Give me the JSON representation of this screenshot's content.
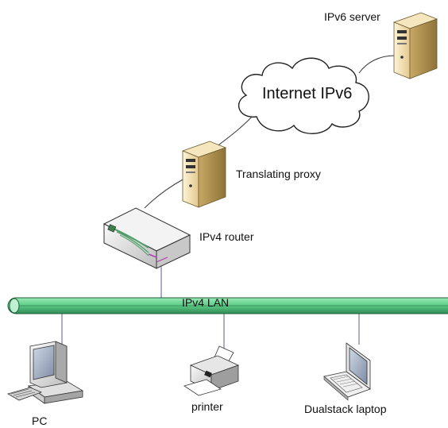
{
  "diagram": {
    "nodes": {
      "ipv6_server": {
        "label": "IPv6 server",
        "icon": "server-tower-icon"
      },
      "internet": {
        "label": "Internet IPv6",
        "icon": "cloud-icon"
      },
      "proxy": {
        "label": "Translating proxy",
        "icon": "server-tower-icon"
      },
      "router": {
        "label": "IPv4 router",
        "icon": "router-icon"
      },
      "lan": {
        "label": "IPv4 LAN",
        "icon": "network-bus-icon"
      },
      "pc": {
        "label": "PC",
        "icon": "desktop-computer-icon"
      },
      "printer": {
        "label": "printer",
        "icon": "printer-icon"
      },
      "laptop": {
        "label": "Dualstack laptop",
        "icon": "laptop-icon"
      }
    },
    "links": [
      [
        "ipv6_server",
        "internet"
      ],
      [
        "internet",
        "proxy"
      ],
      [
        "proxy",
        "router"
      ],
      [
        "router",
        "lan"
      ],
      [
        "lan",
        "pc"
      ],
      [
        "lan",
        "printer"
      ],
      [
        "lan",
        "laptop"
      ]
    ],
    "colors": {
      "lan_bus": "#5fd08a",
      "lan_bus_dark": "#2f8a55",
      "server_body": "#f0dcaa",
      "server_side": "#b79a56",
      "link": "#333333"
    }
  }
}
